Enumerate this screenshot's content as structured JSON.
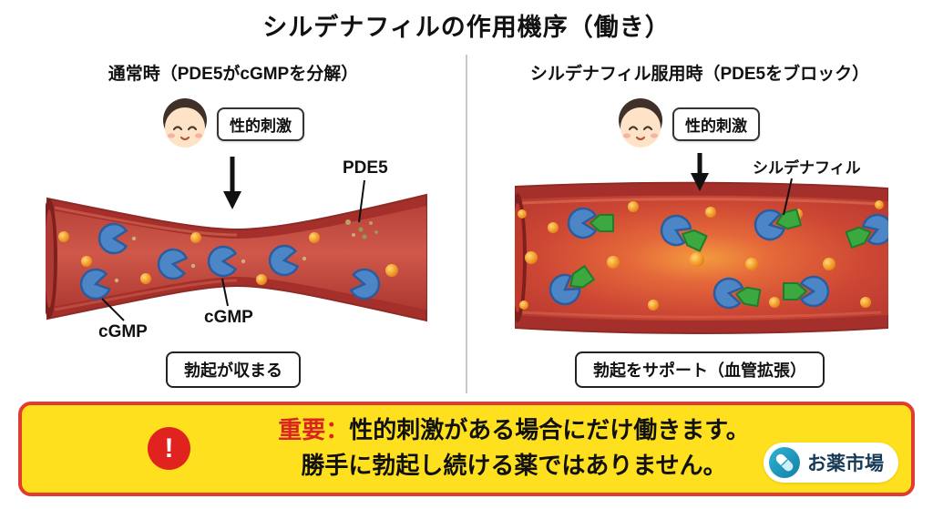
{
  "title": "シルデナフィルの作用機序（働き）",
  "left": {
    "heading": "通常時（PDE5がcGMPを分解）",
    "stimulus": "性的刺激",
    "pde5": "PDE5",
    "cgmp1": "cGMP",
    "cgmp2": "cGMP",
    "result": "勃起が収まる"
  },
  "right": {
    "heading": "シルデナフィル服用時（PDE5をブロック）",
    "stimulus": "性的刺激",
    "drug": "シルデナフィル",
    "result": "勃起をサポート（血管拡張）"
  },
  "warning": {
    "exclamation": "!",
    "prefix": "重要：",
    "line1": "性的刺激がある場合にだけ働きます。",
    "line2": "勝手に勃起し続ける薬ではありません。"
  },
  "logo": {
    "text": "お薬市場"
  },
  "colors": {
    "banner_bg": "#FFE01E",
    "banner_border": "#E23B30",
    "alert_red": "#E0231E",
    "vessel_wall": "#A5302B",
    "pacman_blue": "#4D86C6",
    "drug_green": "#3BA93F",
    "cgmp_orange": "#F5A22F",
    "logo_teal": "#1E9CC0"
  }
}
